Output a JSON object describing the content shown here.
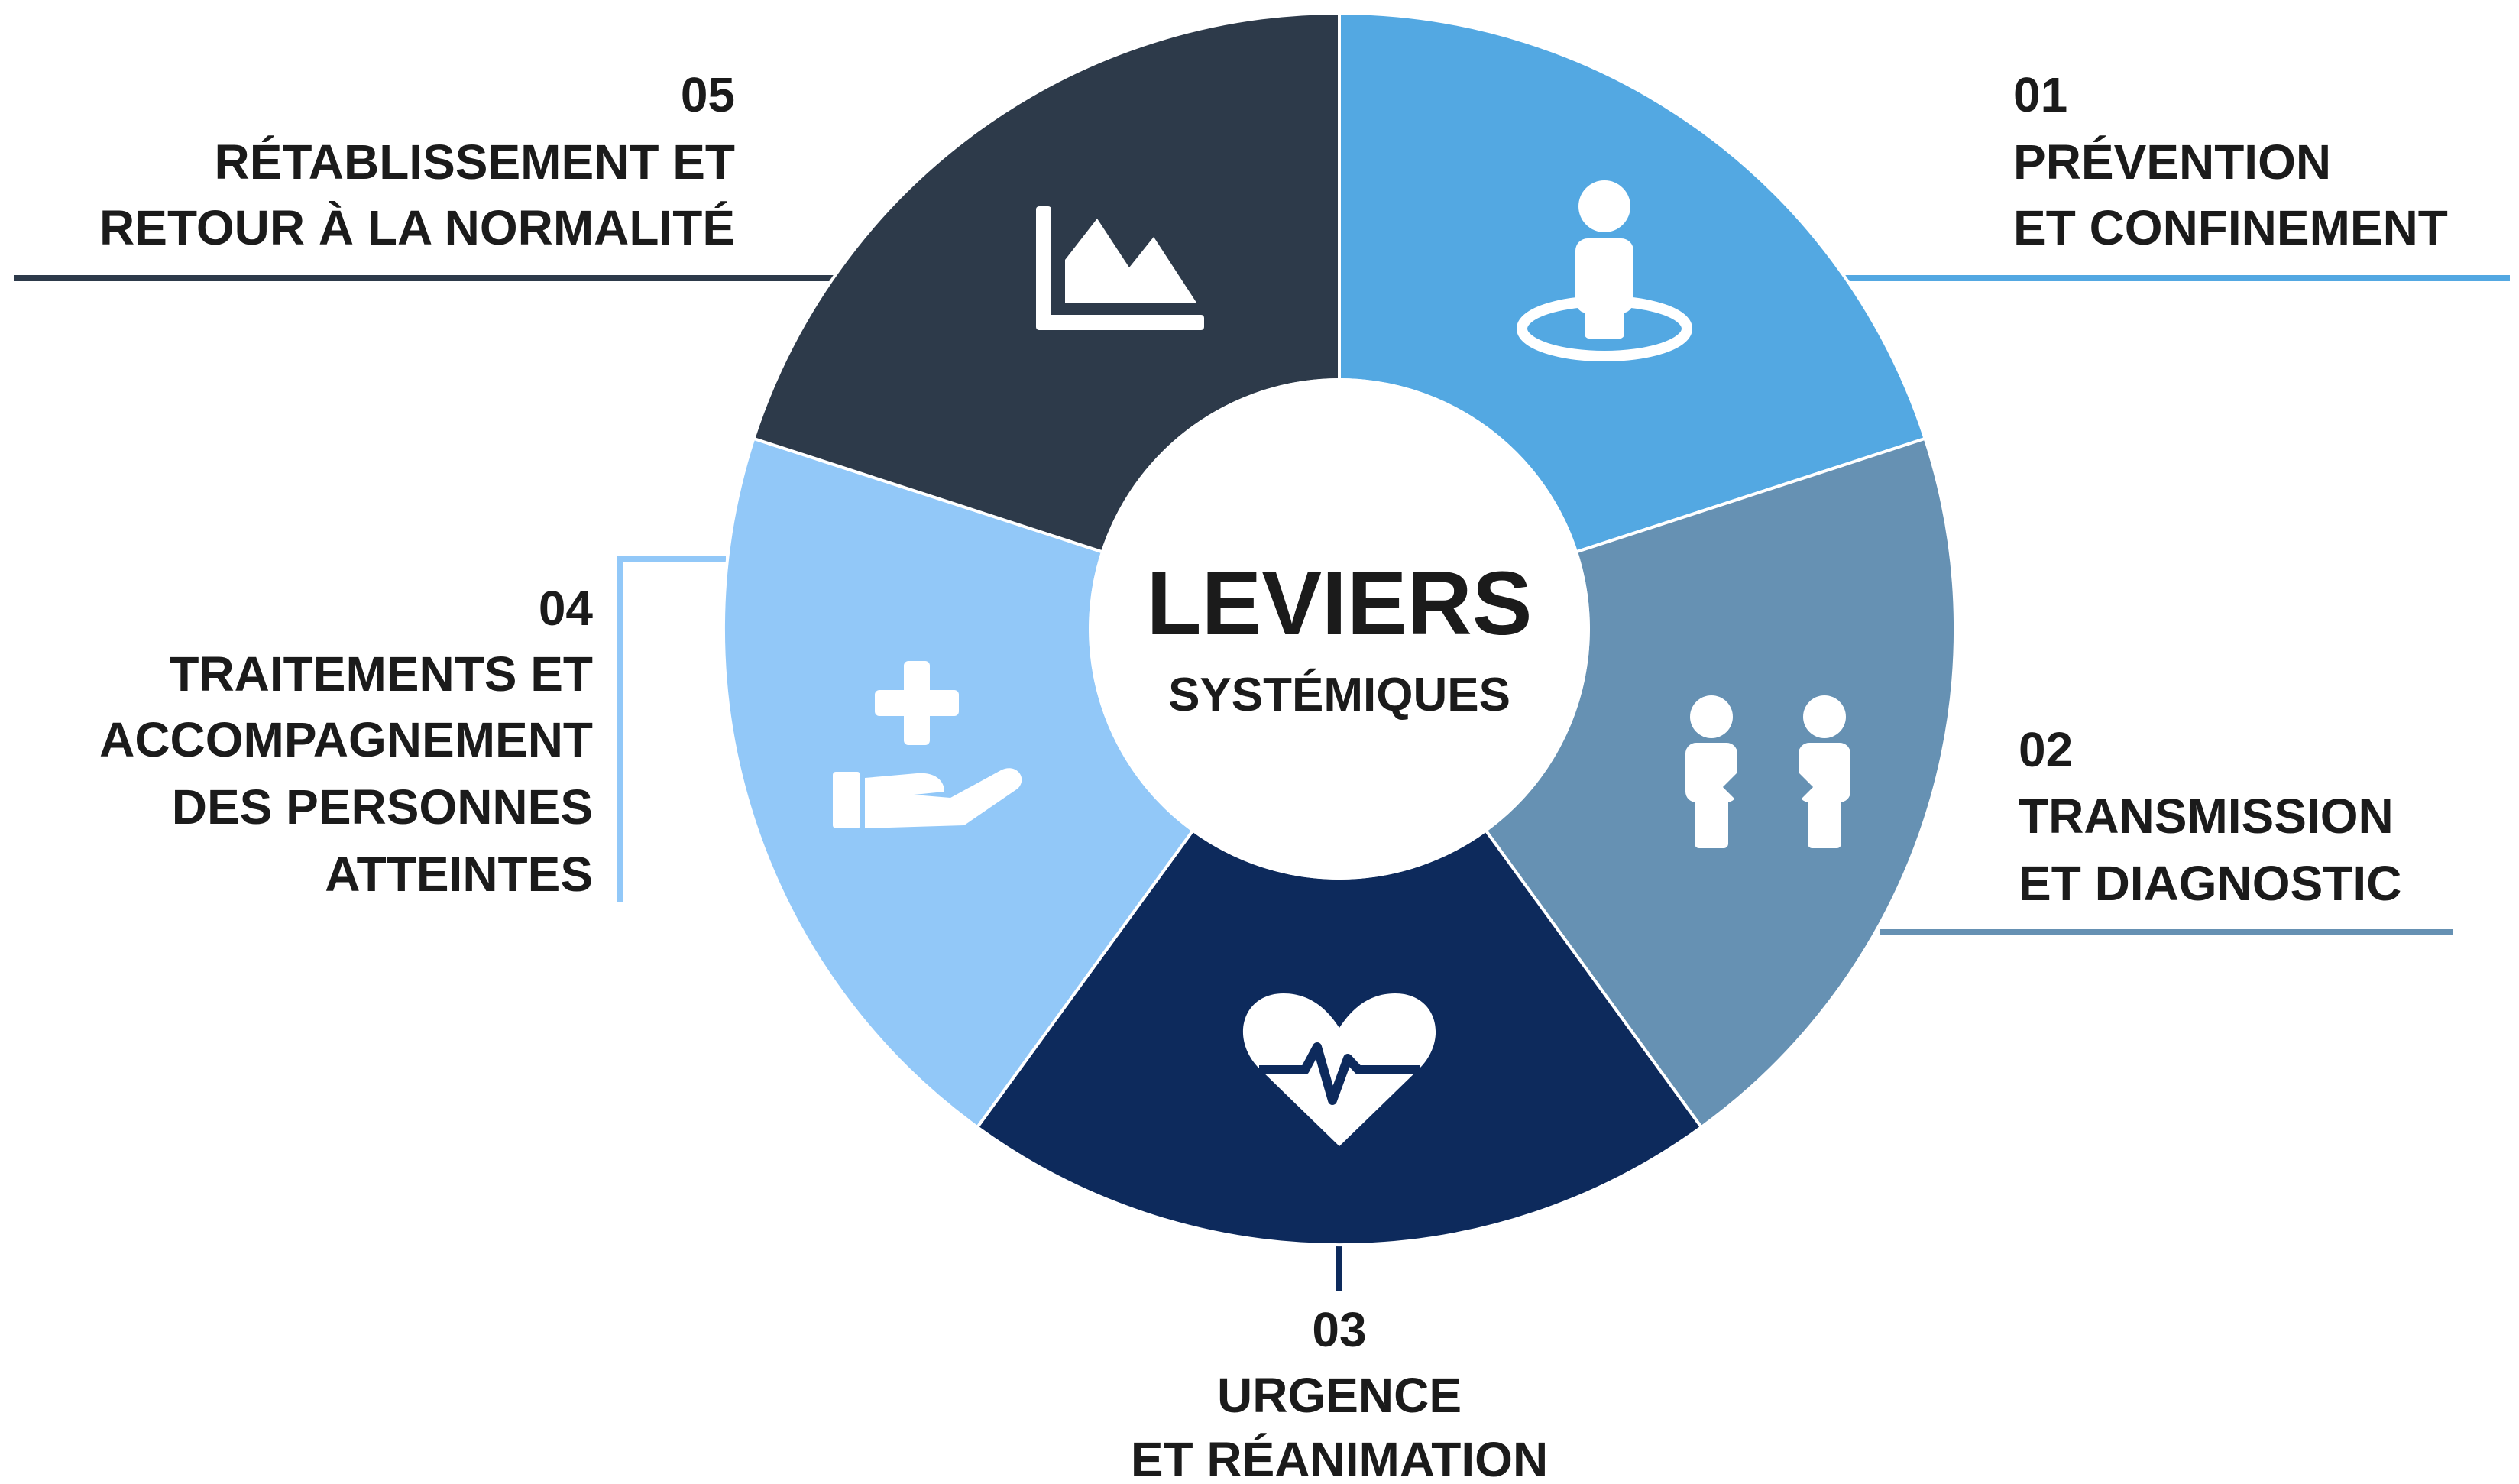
{
  "center": {
    "title": "LEVIERS",
    "subtitle": "SYSTÉMIQUES"
  },
  "segments": [
    {
      "number": "01",
      "lines": [
        "PRÉVENTION",
        "ET CONFINEMENT"
      ],
      "color": "#53a8e2",
      "icon": "person-in-circle-icon"
    },
    {
      "number": "02",
      "lines": [
        "TRANSMISSION",
        "ET DIAGNOSTIC"
      ],
      "color": "#6691b3",
      "icon": "two-people-transmission-icon"
    },
    {
      "number": "03",
      "lines": [
        "URGENCE",
        "ET RÉANIMATION"
      ],
      "color": "#0d2a5c",
      "icon": "heart-pulse-icon"
    },
    {
      "number": "04",
      "lines": [
        "TRAITEMENTS ET",
        "ACCOMPAGNEMENT",
        "DES PERSONNES",
        "ATTEINTES"
      ],
      "color": "#92c8f8",
      "icon": "hand-medical-cross-icon"
    },
    {
      "number": "05",
      "lines": [
        "RÉTABLISSEMENT ET",
        "RETOUR À LA NORMALITÉ"
      ],
      "color": "#2d3a4a",
      "icon": "area-chart-icon"
    }
  ]
}
